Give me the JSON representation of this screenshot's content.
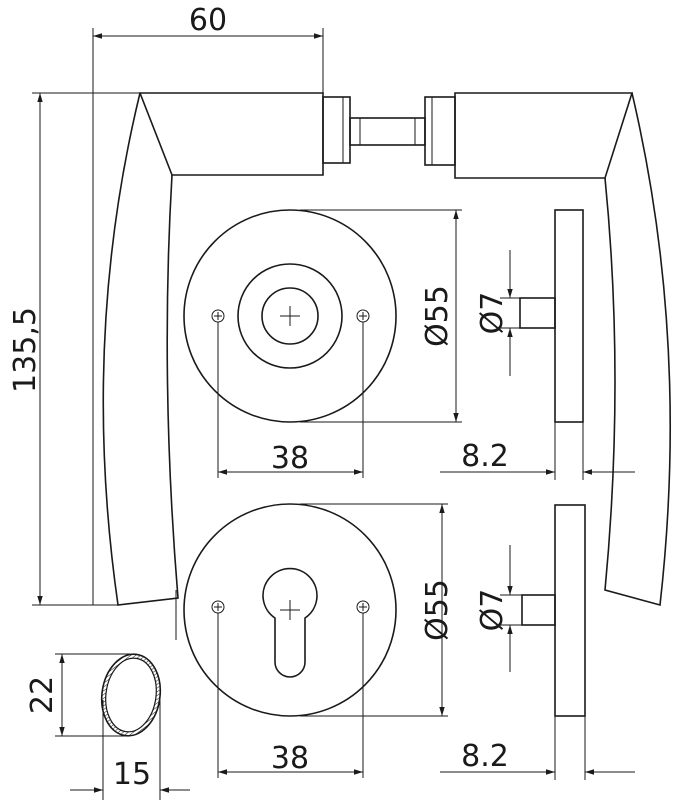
{
  "dimensions": {
    "handle_projection": "60",
    "handle_length": "135,5",
    "rosette_diameter_top": "Ø55",
    "spindle_diameter_top": "Ø7",
    "screw_spacing_top": "38",
    "rosette_thickness_top": "8.2",
    "rosette_diameter_bottom": "Ø55",
    "spindle_diameter_bottom": "Ø7",
    "screw_spacing_bottom": "38",
    "rosette_thickness_bottom": "8.2",
    "section_height": "22",
    "section_width": "15"
  }
}
